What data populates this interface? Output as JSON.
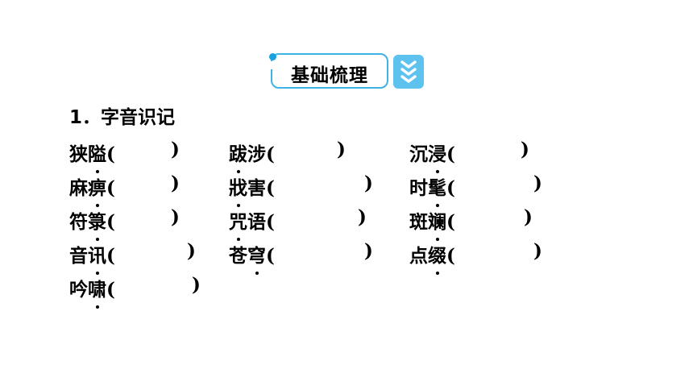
{
  "banner": {
    "title": "基础梳理",
    "accent_color": "#3fb3e6",
    "icon": "double-chevron-down-icon"
  },
  "section_heading": "1．字音识记",
  "items": [
    {
      "c1": "狭",
      "c2": "隘",
      "dot": 2,
      "open": "(",
      "close": ")"
    },
    {
      "c1": "跋",
      "c2": "涉",
      "dot": 1,
      "open": "(",
      "close": ")"
    },
    {
      "c1": "沉",
      "c2": "浸",
      "dot": 2,
      "open": "(",
      "close": ")"
    },
    {
      "c1": "麻",
      "c2": "痹",
      "dot": 2,
      "open": "(",
      "close": ")"
    },
    {
      "c1": "戕",
      "c2": "害",
      "dot": 1,
      "open": "(",
      "close": ")"
    },
    {
      "c1": "时",
      "c2": "髦",
      "dot": 2,
      "open": "(",
      "close": ")"
    },
    {
      "c1": "符",
      "c2": "箓",
      "dot": 2,
      "open": "(",
      "close": ")"
    },
    {
      "c1": "咒",
      "c2": "语",
      "dot": 1,
      "open": "(",
      "close": ")"
    },
    {
      "c1": "斑",
      "c2": "斓",
      "dot": 2,
      "open": "(",
      "close": ")"
    },
    {
      "c1": "音",
      "c2": "讯",
      "dot": 2,
      "open": "(",
      "close": ")"
    },
    {
      "c1": "苍",
      "c2": "穹",
      "dot": 2,
      "open": "(",
      "close": ")"
    },
    {
      "c1": "点",
      "c2": "缀",
      "dot": 2,
      "open": "(",
      "close": ")"
    },
    {
      "c1": "吟",
      "c2": "啸",
      "dot": 2,
      "open": "(",
      "close": ")"
    }
  ]
}
